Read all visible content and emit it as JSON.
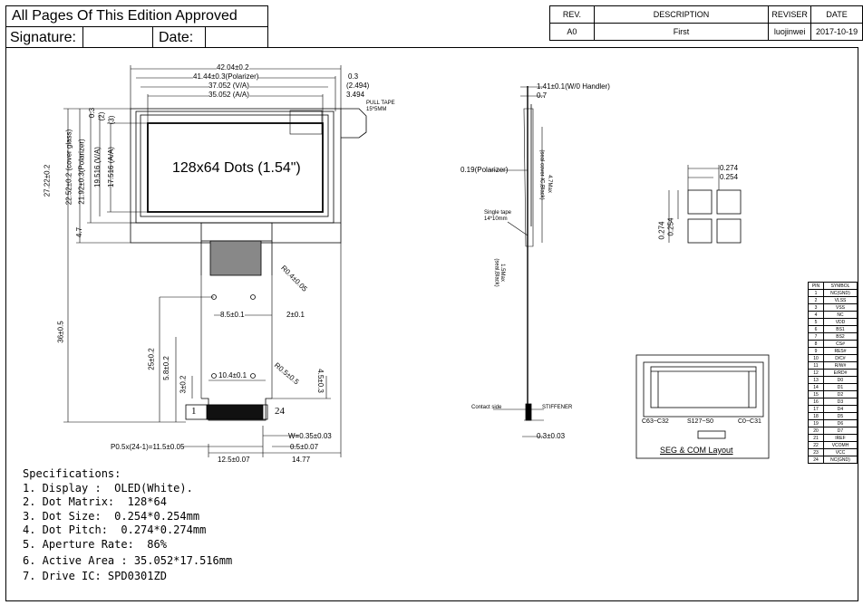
{
  "header": {
    "approval": "All Pages Of This Edition Approved",
    "signature": "Signature:",
    "date": "Date:"
  },
  "revision_table": {
    "columns": [
      "REV.",
      "DESCRIPTION",
      "REVISER",
      "DATE"
    ],
    "row": [
      "A0",
      "First",
      "luojinwei",
      "2017-10-19"
    ]
  },
  "front_view": {
    "display_label": "128x64 Dots (1.54\")",
    "pull_tape": [
      "PULL TAPE",
      "15*5MM"
    ],
    "dims_top": [
      "42.04±0.2",
      "41.44±0.3(Polarizer)",
      "37.052 (V/A)",
      "35.052 (A/A)"
    ],
    "dims_right": [
      "0.3",
      "(2.494)",
      "3.494"
    ],
    "dims_left": [
      "27.22±0.2",
      "22.52±0.2 (cover glass)",
      "21.92±0.3(Polarizer)",
      "19.516 (V/A)",
      "17.516 (A/A)",
      "(3)",
      "(2)",
      "0.3",
      "4.7"
    ],
    "fpc_dims": [
      "R0.4±0.05",
      "8.5±0.1",
      "2±0.1",
      "R0.5±0.5",
      "10.4±0.1",
      "4.5±0.3",
      "5.8±0.2",
      "3±0.2",
      "25±0.2",
      "36±0.5"
    ],
    "pad_start": "1",
    "pad_end": "24",
    "bottom_dims": [
      "W=0.35±0.03",
      "P0.5x(24-1)=11.5±0.05",
      "0.5±0.07",
      "12.5±0.07",
      "14.77"
    ]
  },
  "side_view": {
    "labels": [
      "1.41±0.1(W/0 Handler)",
      "0.7",
      "0.19(Polarizer)",
      "4.7Max",
      "(seal cover IC,Black)",
      "Single tape",
      "14*10mm",
      "1.5Max",
      "(seal,Black)",
      "Contact side",
      "STIFFENER",
      "0.3±0.03"
    ]
  },
  "pixel_detail": {
    "labels": [
      "0.274",
      "0.254",
      "0.254",
      "0.274"
    ]
  },
  "layout_box": {
    "labels": [
      "C63~C32",
      "S127~S0",
      "C0~C31"
    ],
    "caption": "SEG & COM Layout"
  },
  "pin_table": {
    "header": [
      "PIN",
      "SYMBOL"
    ],
    "rows": [
      [
        "1",
        "NC(GND)"
      ],
      [
        "2",
        "VLSS"
      ],
      [
        "3",
        "VSS"
      ],
      [
        "4",
        "NC"
      ],
      [
        "5",
        "VDD"
      ],
      [
        "6",
        "BS1"
      ],
      [
        "7",
        "BS2"
      ],
      [
        "8",
        "CS#"
      ],
      [
        "9",
        "RES#"
      ],
      [
        "10",
        "D/C#"
      ],
      [
        "11",
        "R/W#"
      ],
      [
        "12",
        "E/RD#"
      ],
      [
        "13",
        "D0"
      ],
      [
        "14",
        "D1"
      ],
      [
        "15",
        "D2"
      ],
      [
        "16",
        "D3"
      ],
      [
        "17",
        "D4"
      ],
      [
        "18",
        "D5"
      ],
      [
        "19",
        "D6"
      ],
      [
        "20",
        "D7"
      ],
      [
        "21",
        "IREF"
      ],
      [
        "22",
        "VCOMH"
      ],
      [
        "23",
        "VCC"
      ],
      [
        "24",
        "NC(GND)"
      ]
    ]
  },
  "specs": {
    "title": "Specifications:",
    "items": [
      "1. Display :  OLED(White).",
      "2. Dot Matrix:  128*64",
      "3. Dot Size:  0.254*0.254mm",
      "4. Dot Pitch:  0.274*0.274mm",
      "5. Aperture Rate:  86%",
      "6. Active Area : 35.052*17.516mm",
      "7. Drive IC: SPD0301ZD"
    ]
  }
}
